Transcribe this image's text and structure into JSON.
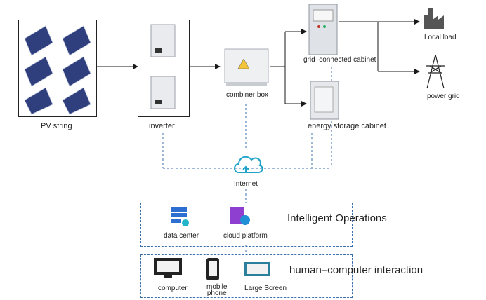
{
  "nodes": {
    "pv_string": "PV string",
    "inverter": "inverter",
    "combiner_box": "combiner box",
    "grid_cabinet": "grid–connected cabinet",
    "storage_cabinet": "energy storage cabinet",
    "local_load": "Local load",
    "power_grid": "power grid",
    "internet": "Internet"
  },
  "sections": {
    "operations": {
      "title": "Intelligent Operations",
      "items": [
        "data center",
        "cloud platform"
      ]
    },
    "hci": {
      "title": "human–computer interaction",
      "items": [
        "computer",
        "mobile\nphone",
        "Large Screen"
      ]
    }
  },
  "colors": {
    "line": "#1a1a1a",
    "dashed": "#3a6fb0",
    "accent_blue": "#1f8fd6",
    "accent_purple": "#8e3fd0",
    "accent_teal": "#22b6c8"
  },
  "icons": [
    "solar-panel-icon",
    "inverter-icon",
    "combiner-box-icon",
    "grid-cabinet-icon",
    "storage-cabinet-icon",
    "factory-icon",
    "pylon-icon",
    "cloud-icon",
    "server-icon",
    "cloud-platform-icon",
    "computer-icon",
    "mobile-phone-icon",
    "large-screen-icon"
  ]
}
